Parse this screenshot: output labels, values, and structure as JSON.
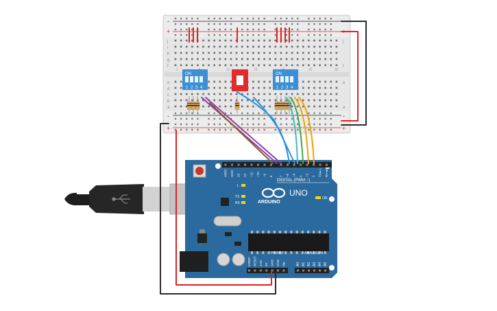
{
  "breadboard": {
    "rail_plus": "+",
    "rail_minus": "-",
    "row_letters_top": [
      "j",
      "i",
      "h",
      "g",
      "f"
    ],
    "row_letters_bottom": [
      "e",
      "d",
      "c",
      "b",
      "a"
    ],
    "column_numbers": [
      "1",
      "5",
      "10",
      "15",
      "20",
      "25",
      "30"
    ]
  },
  "dip_switch_left": {
    "on_label": "ON",
    "positions": [
      "1",
      "2",
      "3",
      "4"
    ]
  },
  "dip_switch_right": {
    "on_label": "ON",
    "positions": [
      "1",
      "2",
      "3",
      "4"
    ]
  },
  "arduino": {
    "brand": "ARDUINO",
    "model": "UNO",
    "digital_label": "DIGITAL (PWM ~)",
    "power_label": "POWER",
    "analog_label": "ANALOG IN",
    "on_led_label": "ON",
    "led_labels": [
      "L",
      "TX",
      "RX"
    ],
    "digital_pins": [
      "AREF",
      "GND",
      "13",
      "12",
      "~11",
      "~10",
      "~9",
      "8",
      "7",
      "~6",
      "~5",
      "4",
      "~3",
      "2",
      "TX►1",
      "RX◄0"
    ],
    "power_pins": [
      "IOREF",
      "RESET",
      "3.3V",
      "5V",
      "GND",
      "GND",
      "Vin"
    ],
    "analog_pins": [
      "A0",
      "A1",
      "A2",
      "A3",
      "A4",
      "A5"
    ]
  },
  "colors": {
    "board_blue": "#2b6a9e",
    "breadboard": "#e8e8e8",
    "wire_red": "#e0201f",
    "wire_black": "#2a2a2a",
    "wire_purple": "#8b3fa8",
    "wire_brown": "#8b5a2b",
    "wire_blue": "#2f8fd8",
    "wire_green": "#3ea845",
    "wire_orange": "#f0a000",
    "wire_teal": "#3cb8c8",
    "dip_blue": "#3b8fd4",
    "slide_red": "#e32b2b"
  }
}
